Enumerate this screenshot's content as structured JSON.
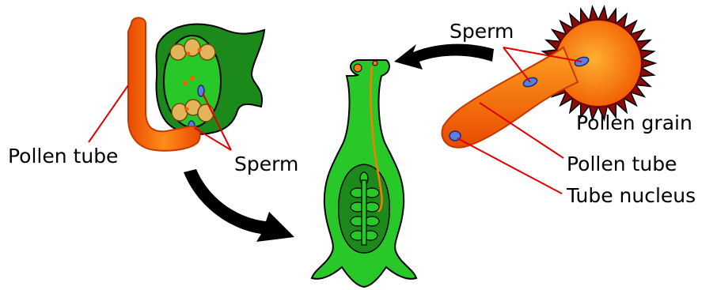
{
  "labels": {
    "sperm_left": "Sperm",
    "pollen_tube_left": "Pollen tube",
    "sperm_right": "Sperm",
    "pollen_grain": "Pollen grain",
    "pollen_tube_right": "Pollen tube",
    "tube_nucleus": "Tube nucleus"
  },
  "colors": {
    "tube_orange": "#ff7a00",
    "tube_dark": "#e24a00",
    "grain_spikes": "#8b0a0a",
    "ovule_dark_green": "#1b8a1b",
    "ovule_light_green": "#27c827",
    "tissue_tan": "#e2b55a",
    "sperm_blue": "#5b7fe0",
    "leader_red": "#e00000",
    "arrow_black": "#000000"
  },
  "icons": [
    "curved-arrow-icon",
    "curved-arrow-icon"
  ]
}
